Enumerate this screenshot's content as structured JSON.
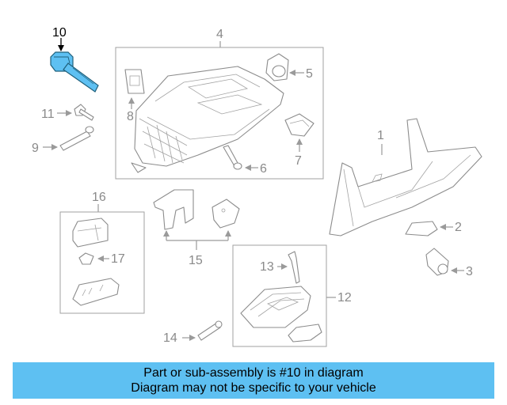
{
  "callouts": {
    "c1": "1",
    "c2": "2",
    "c3": "3",
    "c4": "4",
    "c5": "5",
    "c6": "6",
    "c7": "7",
    "c8": "8",
    "c9": "9",
    "c10": "10",
    "c11": "11",
    "c12": "12",
    "c13": "13",
    "c14": "14",
    "c15": "15",
    "c16": "16",
    "c17": "17"
  },
  "highlight": {
    "part_number": "10",
    "color": "#5ec0f2",
    "outline_color": "#1f5f7a"
  },
  "banner": {
    "line1": "Part or sub-assembly is #10 in diagram",
    "line2": "Diagram may not be specific to your vehicle",
    "background": "#5ec0f2"
  }
}
